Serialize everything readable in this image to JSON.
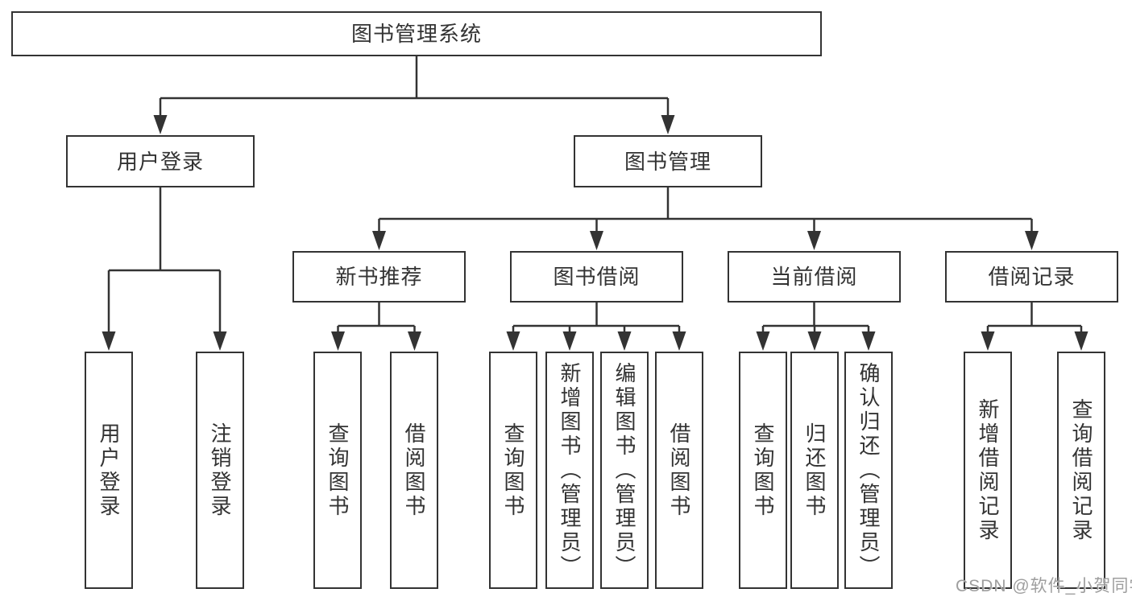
{
  "diagram": {
    "title": "图书管理系统",
    "type_hint": "function-structure-tree",
    "line_color": "#333333",
    "text_color": "#333333",
    "box_background": "#ffffff",
    "tree": {
      "label": "图书管理系统",
      "children": [
        {
          "label": "用户登录",
          "children": [
            {
              "label": "用户登录"
            },
            {
              "label": "注销登录"
            }
          ]
        },
        {
          "label": "图书管理",
          "children": [
            {
              "label": "新书推荐",
              "children": [
                {
                  "label": "查询图书"
                },
                {
                  "label": "借阅图书"
                }
              ]
            },
            {
              "label": "图书借阅",
              "children": [
                {
                  "label": "查询图书"
                },
                {
                  "label": "新增图书（管理员）"
                },
                {
                  "label": "编辑图书（管理员）"
                },
                {
                  "label": "借阅图书"
                }
              ]
            },
            {
              "label": "当前借阅",
              "children": [
                {
                  "label": "查询图书"
                },
                {
                  "label": "归还图书"
                },
                {
                  "label": "确认归还（管理员）"
                }
              ]
            },
            {
              "label": "借阅记录",
              "children": [
                {
                  "label": "新增借阅记录"
                },
                {
                  "label": "查询借阅记录"
                }
              ]
            }
          ]
        }
      ]
    },
    "watermark": "CSDN @软件_小贺同学"
  }
}
